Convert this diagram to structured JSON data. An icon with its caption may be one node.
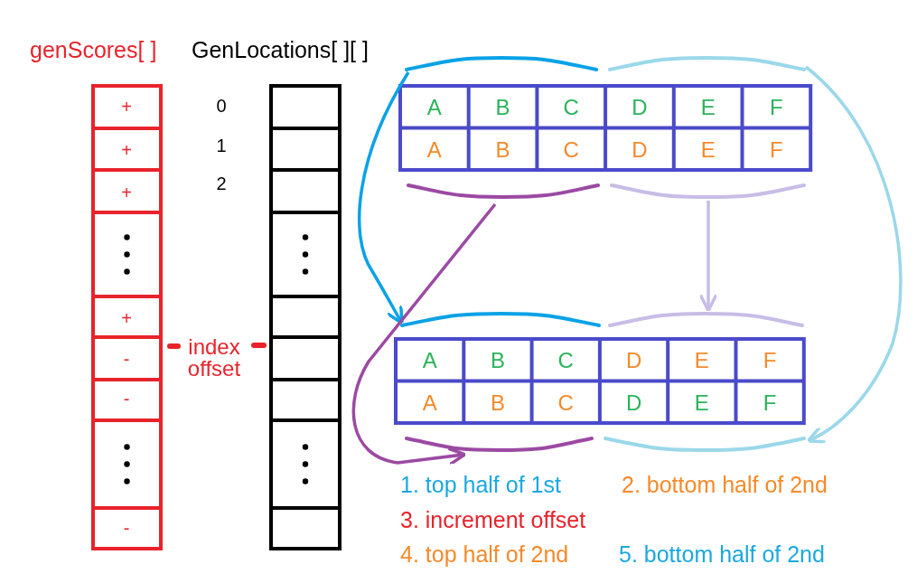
{
  "diagram": {
    "nodes": [
      {
        "text": [],
        "shape": "brace"
      },
      {
        "text": [],
        "shape": "brace"
      },
      {
        "text": [],
        "shape": "brace"
      },
      {
        "text": [],
        "shape": "brace"
      },
      {
        "text": [],
        "shape": "brace"
      },
      {
        "text": [],
        "shape": "brace"
      },
      {
        "text": [],
        "shape": "brace"
      },
      {
        "text": [],
        "shape": "brace"
      }
    ],
    "edges": [
      {
        "from": 0,
        "to": 4,
        "arrow": "to",
        "color": "#0aa2e6"
      },
      {
        "from": 1,
        "to": 7,
        "arrow": "to",
        "color": "#9ad8ea"
      },
      {
        "from": 2,
        "to": 6,
        "arrow": "to",
        "color": "#9b4aa3"
      },
      {
        "from": 3,
        "to": 5,
        "arrow": "to",
        "color": "#c7bde6"
      }
    ],
    "labels": [
      "genScores[ ]",
      "GenLocations[ ][ ]",
      "+",
      "0",
      "+",
      "1",
      "+",
      "2",
      "+",
      "-",
      "index offset",
      "-",
      "-",
      "A",
      "B",
      "C",
      "D",
      "E",
      "F",
      "A",
      "B",
      "C",
      "D",
      "E",
      "F",
      "A",
      "B",
      "C",
      "D",
      "E",
      "F",
      "A",
      "B",
      "C",
      "D",
      "E",
      "F",
      "1. top half of 1st",
      "2. bottom half of 2nd",
      "3. increment offset",
      "4. top half of 2nd",
      "5. bottom half of 2nd"
    ]
  }
}
